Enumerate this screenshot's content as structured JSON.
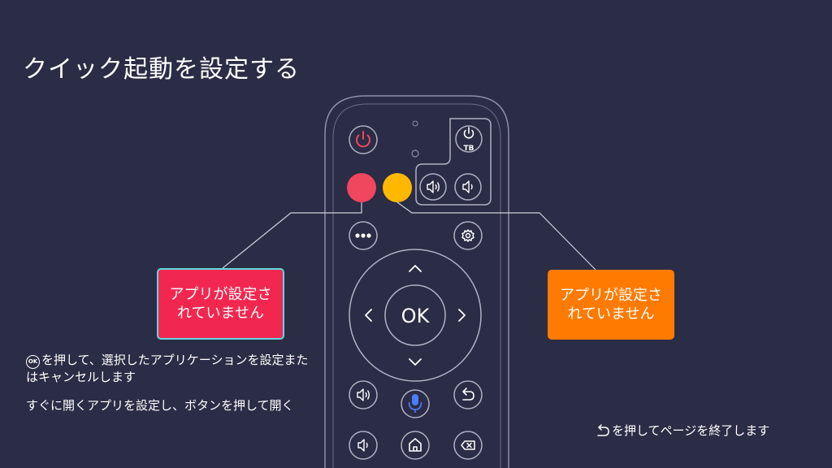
{
  "title": "クイック起動を設定する",
  "callouts": {
    "left": "アプリが設定されていません",
    "right": "アプリが設定されていません"
  },
  "instructions": {
    "line1_suffix": "を押して、選択したアプリケーションを設定またはキャンセルします",
    "line2": "すぐに開くアプリを設定し、ボタンを押して開く"
  },
  "exit_hint": "を押してページを終了します",
  "remote": {
    "ok_label": "OK",
    "tb_label": "TB"
  },
  "colors": {
    "background": "#2b2c45",
    "red_button": "#f0465e",
    "yellow_button": "#ffb800",
    "callout_red": "#f22750",
    "callout_orange": "#ff7a00",
    "highlight_border": "#5fd8e0",
    "mic_blue": "#4a7dff"
  }
}
